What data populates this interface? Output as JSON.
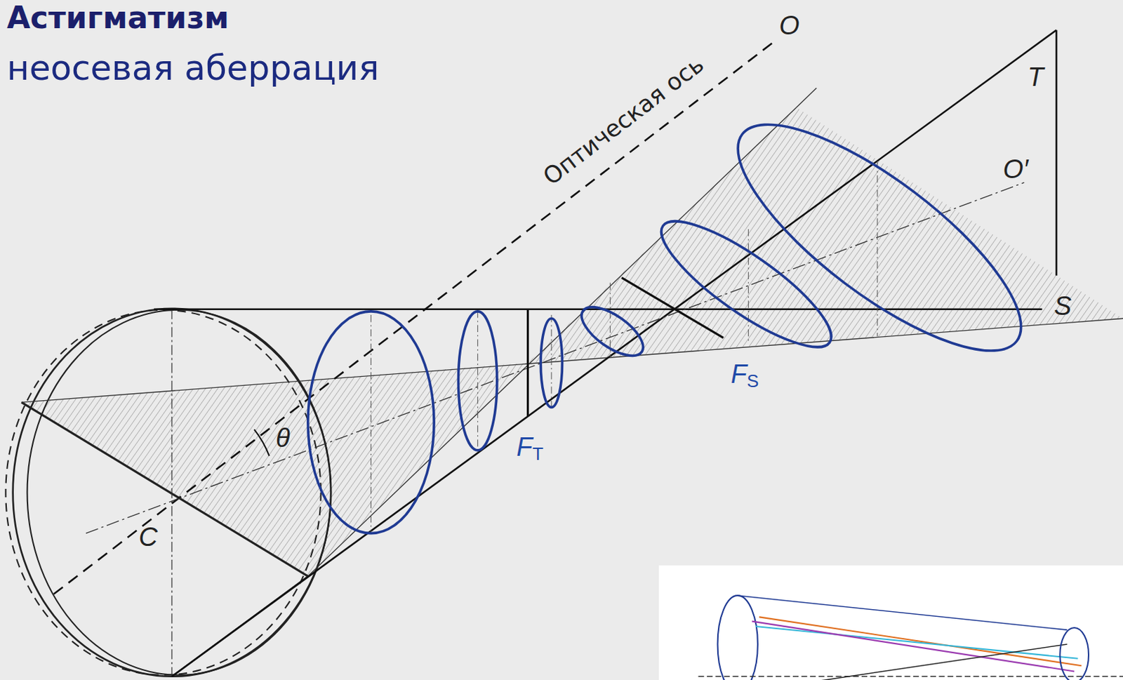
{
  "diagram": {
    "title": "Астигматизм",
    "labels": [
      "неосевая аберрация",
      "Оптическая ось",
      "O",
      "O′",
      "T",
      "S",
      "C",
      "θ",
      "FT",
      "FS"
    ]
  }
}
